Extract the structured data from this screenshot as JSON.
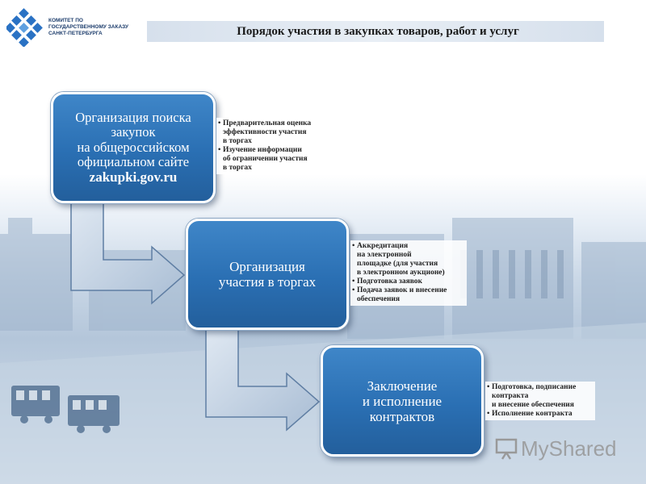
{
  "header": {
    "logo_text": "КОМИТЕТ ПО ГОСУДАРСТВЕННОМУ ЗАКАЗУ САНКТ-ПЕТЕРБУРГА",
    "title": "Порядок участия в закупках товаров, работ и услуг"
  },
  "steps": [
    {
      "lines": [
        "Организация поиска",
        "закупок",
        "на общероссийском",
        "официальном сайте"
      ],
      "site": "zakupki.gov.ru",
      "notes": [
        {
          "bullet": "•",
          "first": "Предварительная оценка",
          "rest": [
            "эффективности участия",
            "в торгах"
          ]
        },
        {
          "bullet": "•",
          "first": "Изучение информации",
          "rest": [
            "об ограничении участия",
            "в торгах"
          ]
        }
      ]
    },
    {
      "lines": [
        "Организация",
        "участия в торгах"
      ],
      "notes": [
        {
          "bullet": "•",
          "first": "Аккредитация",
          "rest": [
            "на электронной",
            "площадке (для участия",
            "в электронном аукционе)"
          ]
        },
        {
          "bullet": "•",
          "first": "Подготовка заявок",
          "rest": []
        },
        {
          "bullet": "•",
          "first": "Подача заявок и внесение",
          "rest": [
            "обеспечения"
          ]
        }
      ]
    },
    {
      "lines": [
        "Заключение",
        "и исполнение",
        "контрактов"
      ],
      "notes": [
        {
          "bullet": "•",
          "first": "Подготовка, подписание",
          "rest": [
            "контракта",
            "и внесение обеспечения"
          ]
        },
        {
          "bullet": "•",
          "first": "Исполнение контракта",
          "rest": []
        }
      ]
    }
  ],
  "watermark": {
    "text": "MyShared"
  },
  "colors": {
    "box": "#2a6fb3",
    "arrow": "#b9c9dc",
    "title_bar": "#d6e0ec"
  }
}
